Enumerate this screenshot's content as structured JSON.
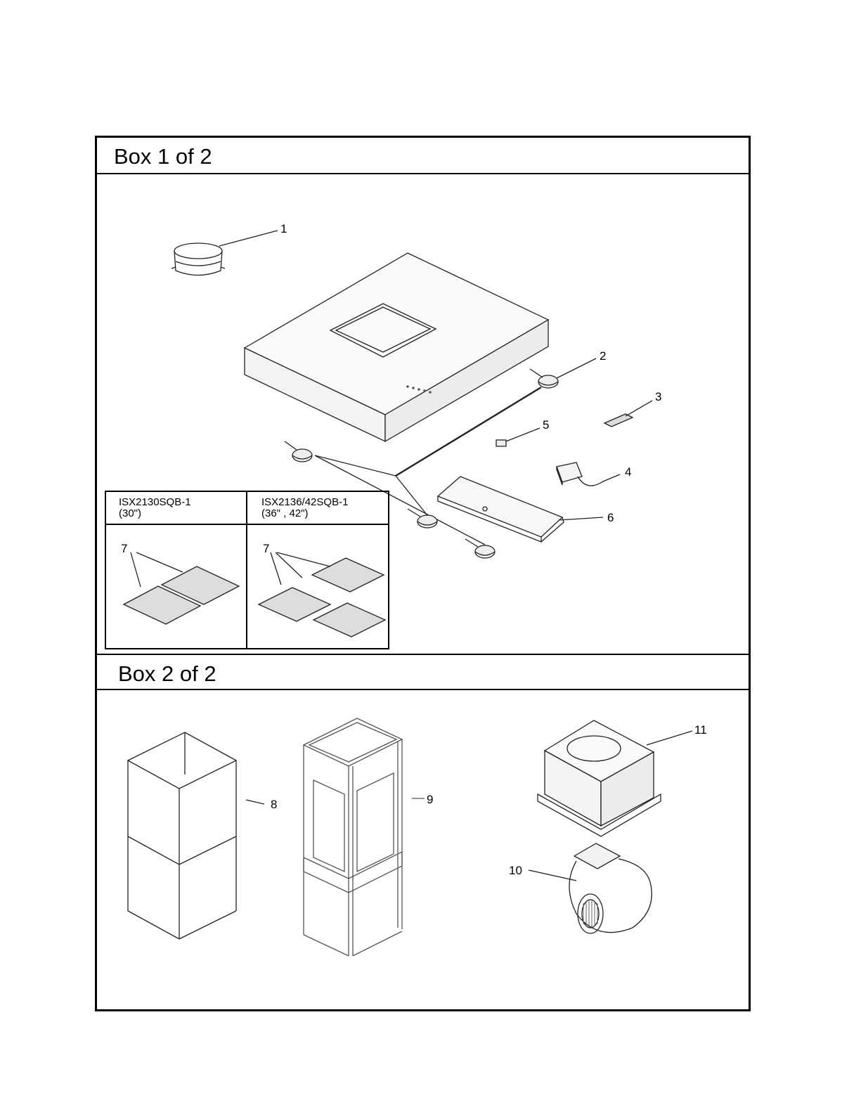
{
  "box1": {
    "title": "Box 1 of 2"
  },
  "box2": {
    "title": "Box 2 of 2"
  },
  "filter_table": {
    "col1": {
      "model": "ISX2130SQB-1",
      "size": "(30\")"
    },
    "col2": {
      "model": "ISX2136/42SQB-1",
      "size": "(36\" , 42\")"
    }
  },
  "callouts": [
    "1",
    "2",
    "3",
    "4",
    "5",
    "6",
    "7",
    "7",
    "8",
    "9",
    "10",
    "11"
  ]
}
